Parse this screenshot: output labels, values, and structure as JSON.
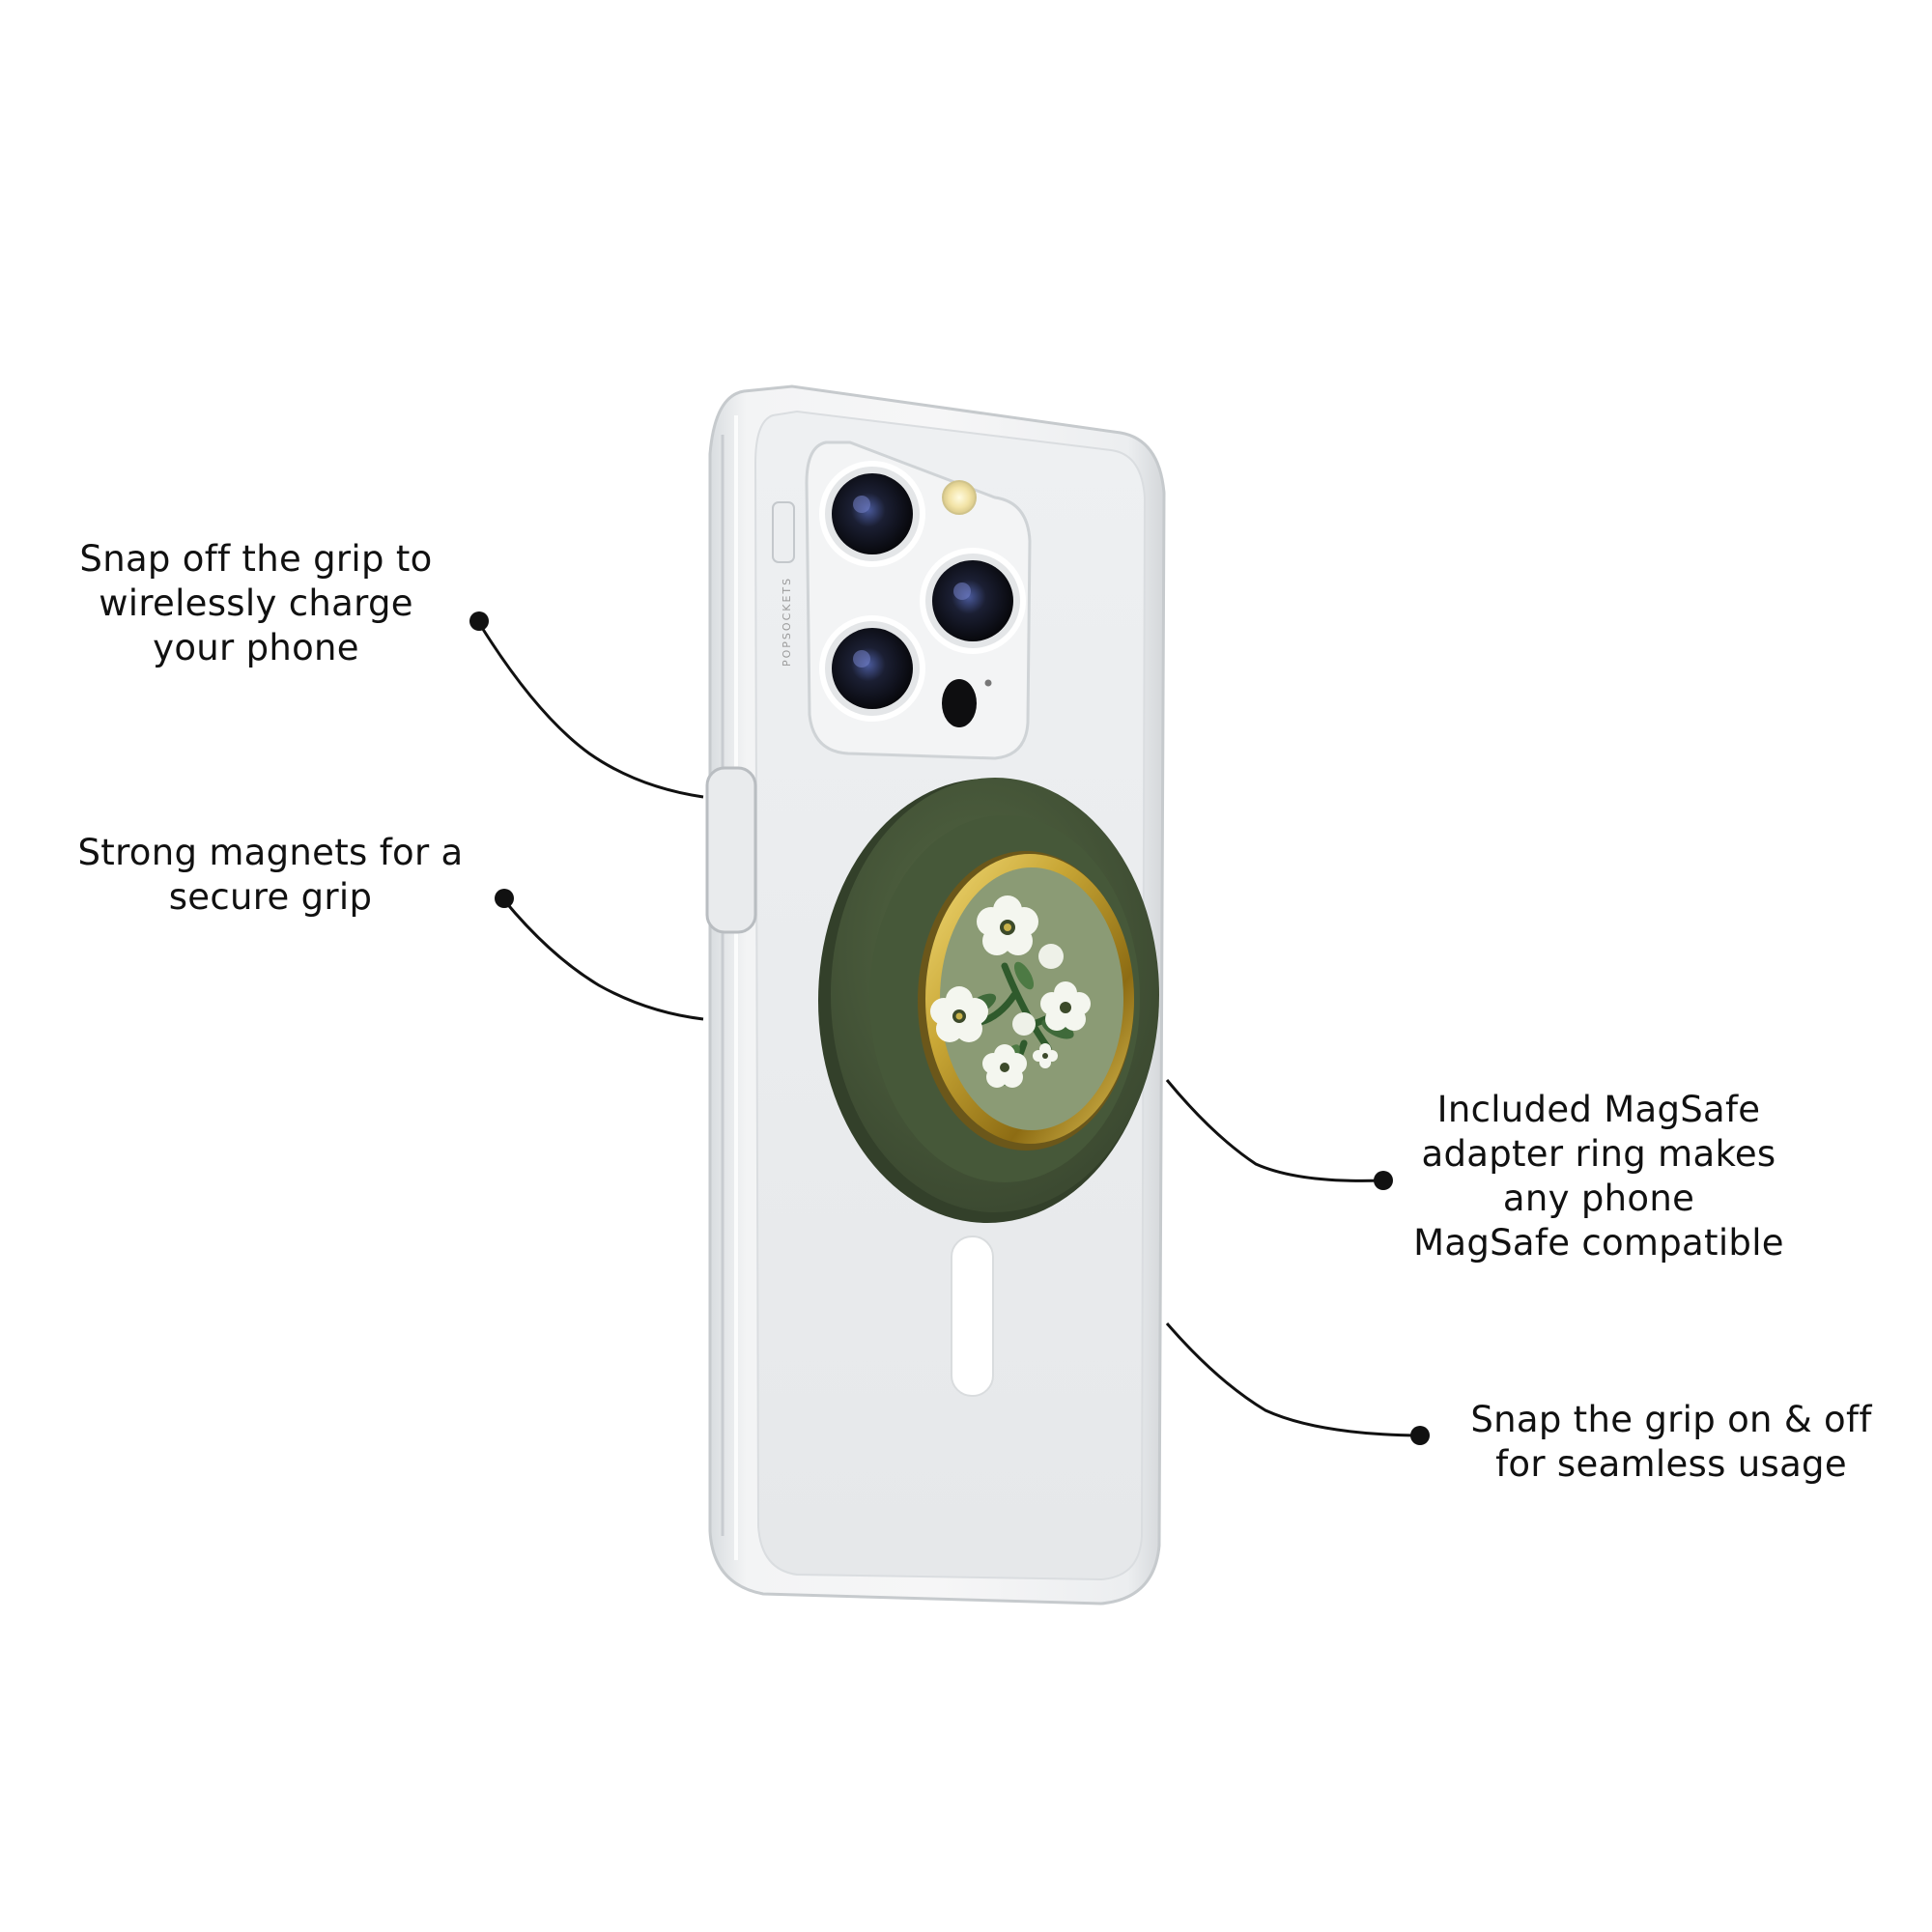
{
  "callouts": {
    "charge": {
      "lines": [
        "Snap off the grip to",
        "wirelessly charge",
        "your phone"
      ]
    },
    "magnets": {
      "lines": [
        "Strong magnets for a",
        "secure grip"
      ]
    },
    "adapter": {
      "lines": [
        "Included MagSafe",
        "adapter ring makes",
        "any phone",
        "MagSafe compatible"
      ]
    },
    "snap": {
      "lines": [
        "Snap the grip on & off",
        "for seamless usage"
      ]
    }
  },
  "product": {
    "case_brand_text": "POPSOCKETS",
    "colors": {
      "ring": "#4e5e3f",
      "ring_dark": "#3f4d33",
      "grip_face": "#8a9a74",
      "gold": "#c9a736",
      "flower": "#f4f6ef",
      "leaf": "#3f6a3a"
    }
  }
}
